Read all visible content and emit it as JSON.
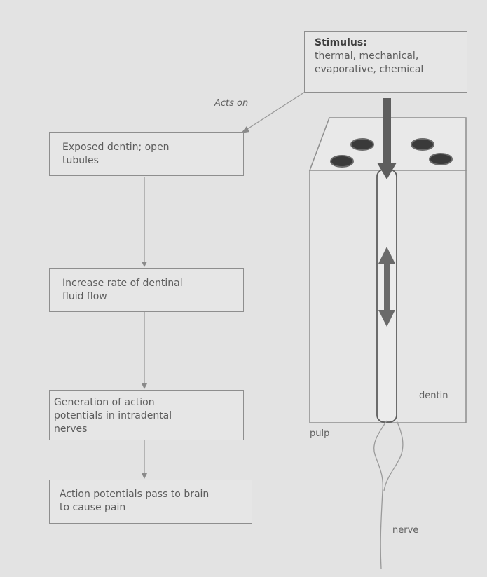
{
  "stimulus": {
    "title": "Stimulus:",
    "text": "thermal, mechanical,\nevaporative, chemical"
  },
  "acts_on_label": "Acts on",
  "flow_steps": [
    {
      "text": "Exposed dentin; open\ntubules"
    },
    {
      "text": "Increase rate of dentinal\nfluid flow"
    },
    {
      "text": "Generation of action\npotentials in intradental\nnerves"
    },
    {
      "text": "Action potentials pass to brain\nto cause pain"
    }
  ],
  "tooth_labels": {
    "dentin": "dentin",
    "pulp": "pulp",
    "nerve": "nerve"
  },
  "colors": {
    "background": "#e3e3e3",
    "border": "#8e8e8e",
    "arrow": "#5e5e5e",
    "tubule_opening": "#3a3a3a"
  }
}
